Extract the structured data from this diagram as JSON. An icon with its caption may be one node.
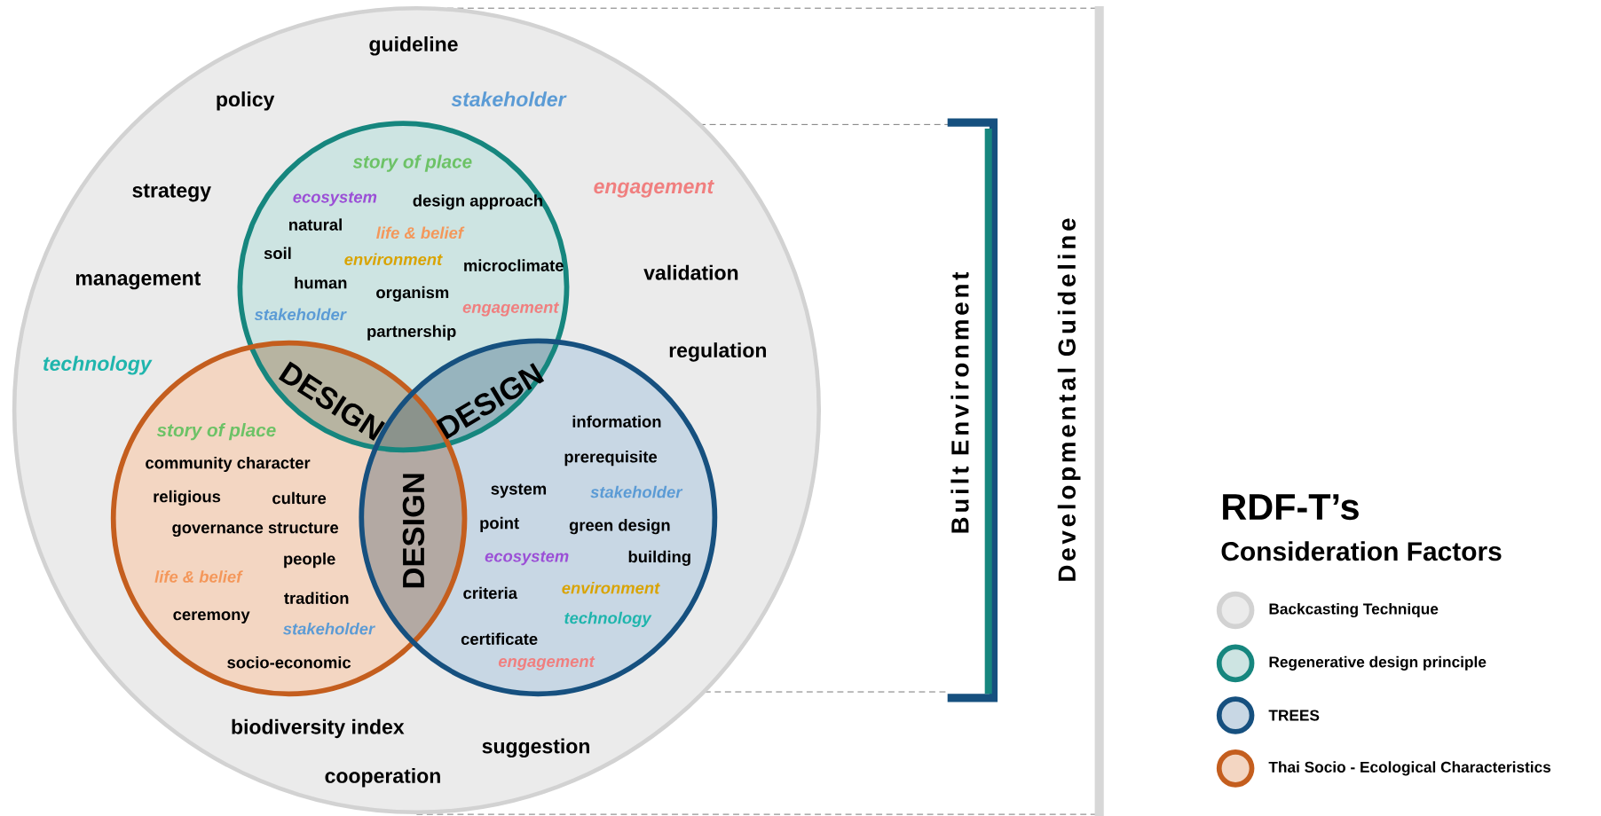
{
  "diagram": {
    "nodes": [
      {
        "text": [
          "guideline",
          "policy",
          "stakeholder",
          "strategy",
          "engagement",
          "management",
          "validation",
          "technology",
          "regulation",
          "biodiversity index",
          "suggestion",
          "cooperation"
        ]
      },
      {
        "text": [
          "story of place",
          "ecosystem",
          "design approach",
          "natural",
          "life & belief",
          "soil",
          "environment",
          "microclimate",
          "human",
          "organism",
          "stakeholder",
          "engagement",
          "partnership"
        ],
        "in": 0
      },
      {
        "text": [
          "story of place",
          "community character",
          "religious",
          "culture",
          "governance structure",
          "people",
          "life & belief",
          "tradition",
          "ceremony",
          "stakeholder",
          "socio-economic"
        ],
        "in": 0
      },
      {
        "text": [
          "information",
          "prerequisite",
          "system",
          "stakeholder",
          "point",
          "green design",
          "ecosystem",
          "building",
          "environment",
          "criteria",
          "technology",
          "certificate",
          "engagement"
        ],
        "in": 0
      }
    ],
    "labels": [
      "DESIGN",
      "DESIGN",
      "DESIGN",
      "Built Environment",
      "Developmental Guideline",
      "RDF-T’s",
      "Consideration Factors"
    ],
    "legend": [
      {
        "text": "Backcasting Technique",
        "color": "#ebebeb"
      },
      {
        "text": "Regenerative design principle",
        "color": "#cde4e2"
      },
      {
        "text": "TREES",
        "color": "#c8d7e4"
      },
      {
        "text": "Thai Socio - Ecological Characteristics",
        "color": "#f3d6c2"
      }
    ]
  }
}
